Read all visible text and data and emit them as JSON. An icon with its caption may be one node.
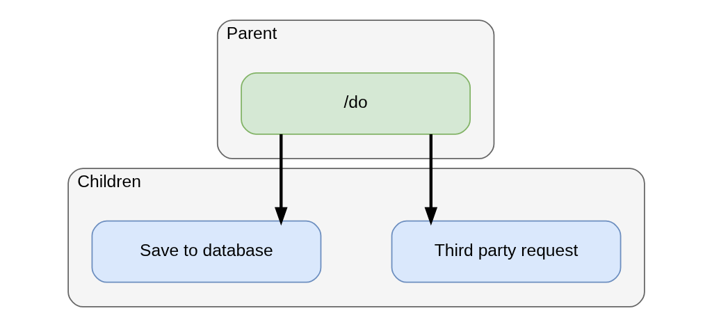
{
  "diagram": {
    "nodes": [
      {
        "text": [
          "Parent"
        ]
      },
      {
        "text": [
          "/do"
        ],
        "in": 0
      },
      {
        "text": [
          "Children"
        ]
      },
      {
        "text": [
          "Third party request"
        ],
        "in": 2
      },
      {
        "text": [
          "Save to database"
        ],
        "in": 2
      }
    ],
    "edges": [
      {
        "from": 1,
        "to": 3,
        "arrow": "to"
      },
      {
        "from": 1,
        "to": 4,
        "arrow": "to"
      }
    ]
  }
}
